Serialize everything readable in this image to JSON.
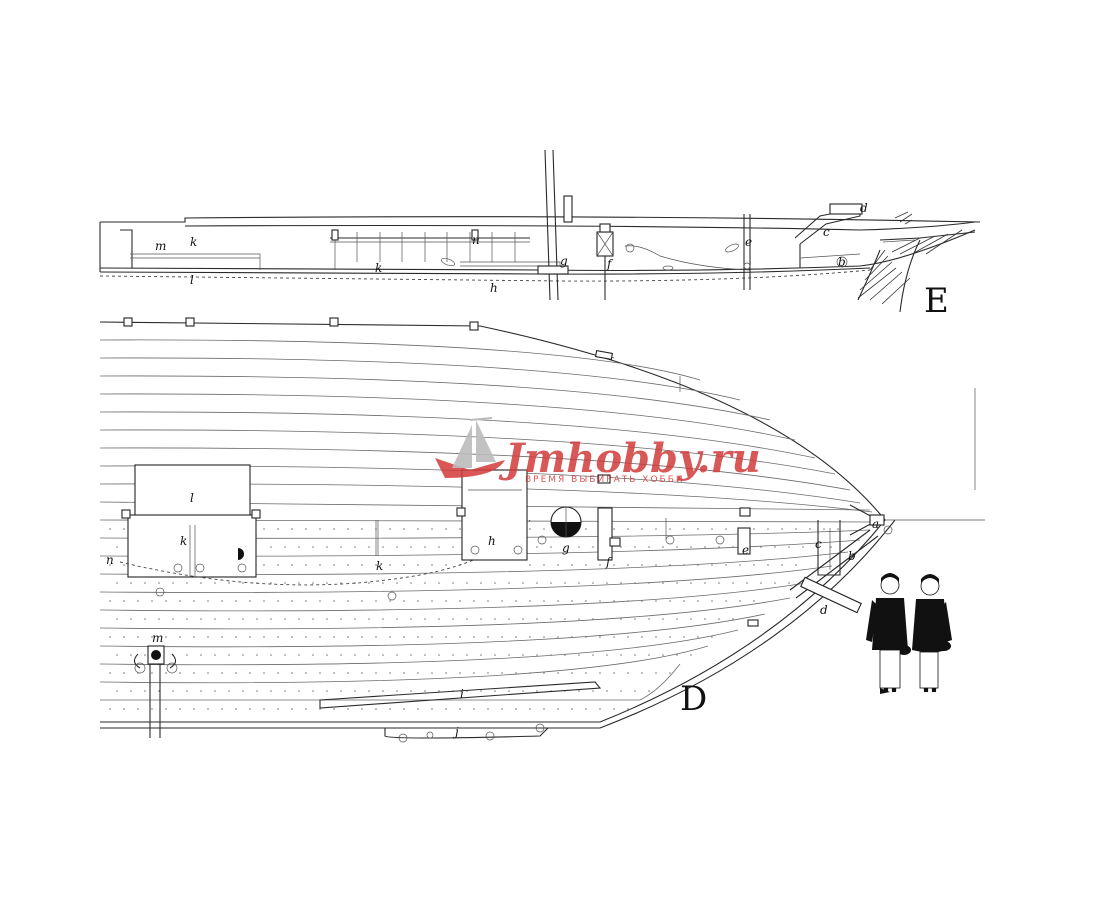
{
  "views": {
    "side_view_label": "E",
    "plan_view_label": "D"
  },
  "side_labels": {
    "m": "m",
    "k": "k",
    "l": "l",
    "k2": "k",
    "n": "n",
    "h": "h",
    "g": "g",
    "f": "f",
    "e": "e",
    "d": "d",
    "c": "c",
    "b": "b"
  },
  "plan_labels": {
    "l": "l",
    "k": "k",
    "n": "n",
    "k2": "k",
    "h": "h",
    "g": "g",
    "f": "f",
    "e": "e",
    "c": "c",
    "a": "a",
    "b": "b",
    "d": "d",
    "m": "m",
    "i": "i",
    "j": "j"
  },
  "watermark": {
    "brand": "Jmhobby.ru",
    "tagline": "ВРЕМЯ ВЫБИРАТЬ ХОББИ",
    "color": "#d23a3a"
  },
  "figures": {
    "count": 2,
    "description_icon": "officer-figure-icon"
  }
}
